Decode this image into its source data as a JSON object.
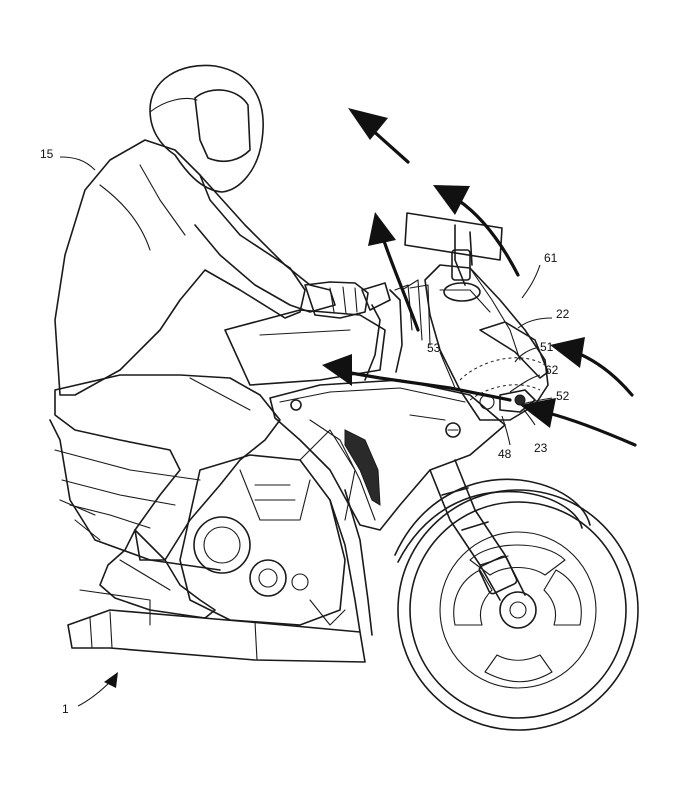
{
  "figure": {
    "labels": {
      "ref_1": "1",
      "ref_15": "15",
      "ref_61": "61",
      "ref_22": "22",
      "ref_51": "51",
      "ref_53": "53",
      "ref_62": "62",
      "ref_52": "52",
      "ref_48": "48",
      "ref_23": "23"
    }
  }
}
